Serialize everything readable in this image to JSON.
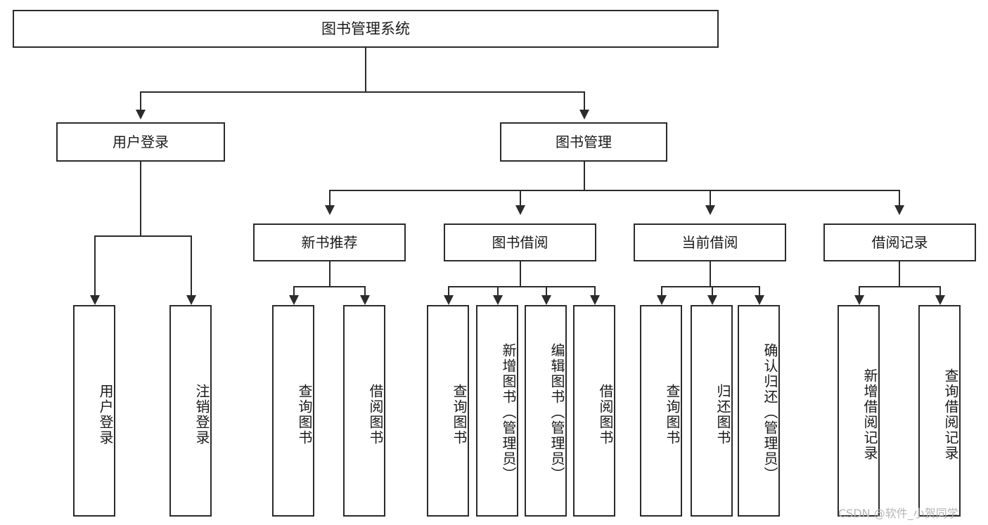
{
  "diagram": {
    "type": "tree-hierarchy-chart",
    "title": "图书管理系统",
    "orientation": "top-down",
    "colors": {
      "box_border": "#2b2b2b",
      "box_fill": "#ffffff",
      "connector": "#2b2b2b",
      "background": "#ffffff",
      "watermark": "#b5b5b5"
    },
    "root": {
      "label": "图书管理系统"
    },
    "level2": [
      {
        "id": "user-login",
        "label": "用户登录"
      },
      {
        "id": "book-management",
        "label": "图书管理"
      }
    ],
    "level3": [
      {
        "id": "new-book-recommend",
        "label": "新书推荐"
      },
      {
        "id": "book-borrow",
        "label": "图书借阅"
      },
      {
        "id": "current-borrow",
        "label": "当前借阅"
      },
      {
        "id": "borrow-record",
        "label": "借阅记录"
      }
    ],
    "leaves": [
      {
        "id": "leaf-user-login",
        "parent": "user-login",
        "label": "用户登录"
      },
      {
        "id": "leaf-logout-login",
        "parent": "user-login",
        "label": "注销登录"
      },
      {
        "id": "leaf-query-book-1",
        "parent": "new-book-recommend",
        "label": "查询图书"
      },
      {
        "id": "leaf-borrow-book-1",
        "parent": "new-book-recommend",
        "label": "借阅图书"
      },
      {
        "id": "leaf-query-book-2",
        "parent": "book-borrow",
        "label": "查询图书"
      },
      {
        "id": "leaf-add-book-admin",
        "parent": "book-borrow",
        "label": "新增图书（管理员）"
      },
      {
        "id": "leaf-edit-book-admin",
        "parent": "book-borrow",
        "label": "编辑图书（管理员）"
      },
      {
        "id": "leaf-borrow-book-2",
        "parent": "book-borrow",
        "label": "借阅图书"
      },
      {
        "id": "leaf-query-book-3",
        "parent": "current-borrow",
        "label": "查询图书"
      },
      {
        "id": "leaf-return-book",
        "parent": "current-borrow",
        "label": "归还图书"
      },
      {
        "id": "leaf-confirm-return-admin",
        "parent": "current-borrow",
        "label": "确认归还（管理员）"
      },
      {
        "id": "leaf-add-borrow-record",
        "parent": "borrow-record",
        "label": "新增借阅记录"
      },
      {
        "id": "leaf-query-borrow-record",
        "parent": "borrow-record",
        "label": "查询借阅记录"
      }
    ]
  },
  "watermark": {
    "text": "CSDN @软件_小贺同学"
  }
}
